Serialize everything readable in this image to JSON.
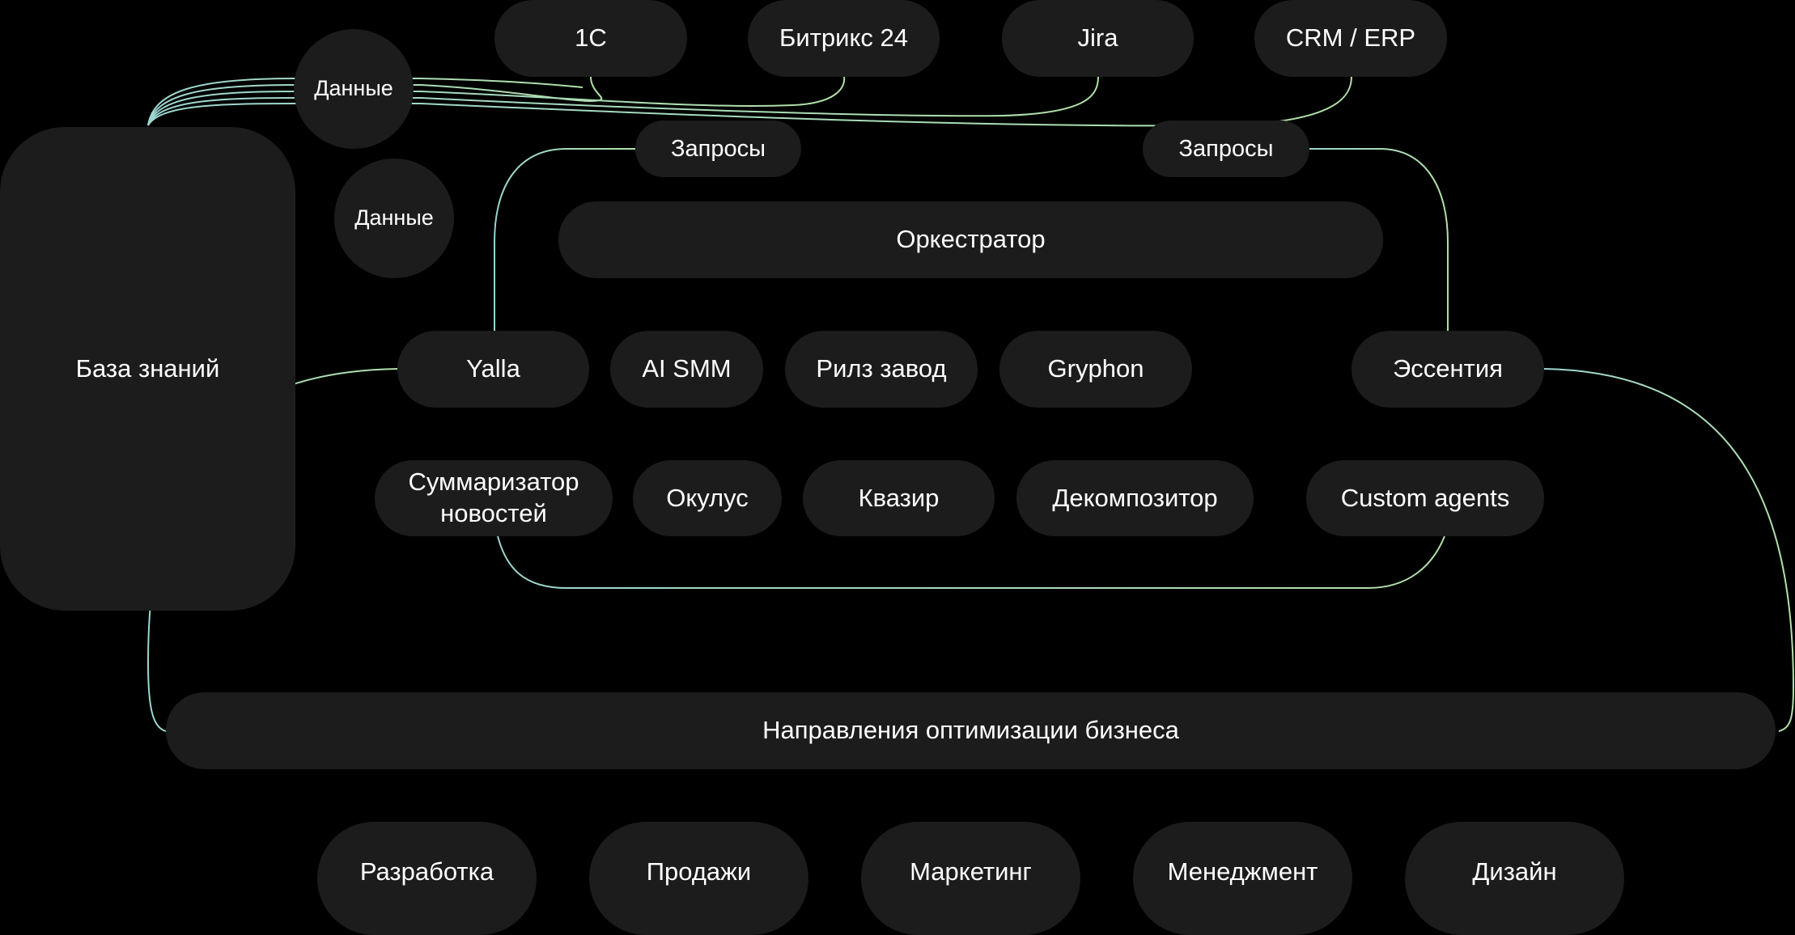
{
  "sources": [
    {
      "label": "1C"
    },
    {
      "label": "Битрикс 24"
    },
    {
      "label": "Jira"
    },
    {
      "label": "CRM / ERP"
    }
  ],
  "data_nodes": [
    {
      "label": "Данные"
    },
    {
      "label": "Данные"
    }
  ],
  "knowledge_base": {
    "label": "База знаний"
  },
  "requests": [
    {
      "label": "Запросы"
    },
    {
      "label": "Запросы"
    }
  ],
  "orchestrator": {
    "label": "Оркестратор"
  },
  "agents_row1": [
    {
      "label": "Yalla"
    },
    {
      "label": "AI SMM"
    },
    {
      "label": "Рилз завод"
    },
    {
      "label": "Gryphon"
    },
    {
      "label": "Эссентия"
    }
  ],
  "agents_row2": [
    {
      "label": "Суммаризатор новостей"
    },
    {
      "label": "Окулус"
    },
    {
      "label": "Квазир"
    },
    {
      "label": "Декомпозитор"
    },
    {
      "label": "Custom agents"
    }
  ],
  "business_directions": {
    "label": "Направления оптимизации бизнеса"
  },
  "departments": [
    {
      "label": "Разработка"
    },
    {
      "label": "Продажи"
    },
    {
      "label": "Маркетинг"
    },
    {
      "label": "Менеджмент"
    },
    {
      "label": "Дизайн"
    }
  ],
  "colors": {
    "background": "#000000",
    "node": "#1c1c1c",
    "text": "#ffffff",
    "connector": "#a8dcc4"
  }
}
